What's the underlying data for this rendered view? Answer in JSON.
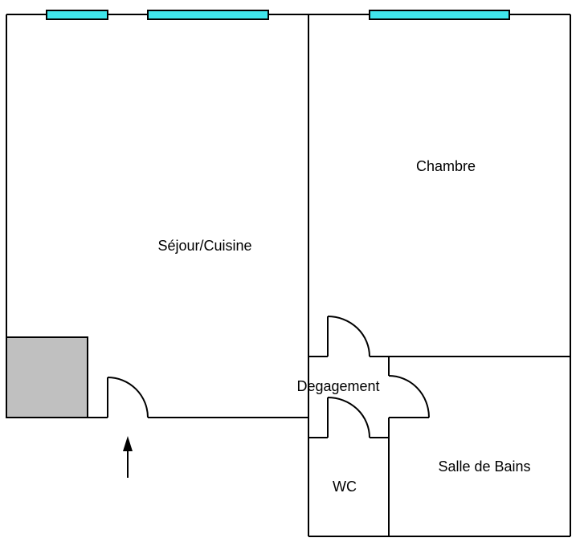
{
  "rooms": {
    "sejour": "Séjour/Cuisine",
    "chambre": "Chambre",
    "degagement": "Degagement",
    "wc": "WC",
    "salle_de_bains": "Salle de Bains"
  },
  "colors": {
    "window": "#40e6ec",
    "fixed_block": "#c0c0c0",
    "wall": "#000000"
  },
  "icons": {
    "entrance": "entrance-arrow-icon"
  }
}
